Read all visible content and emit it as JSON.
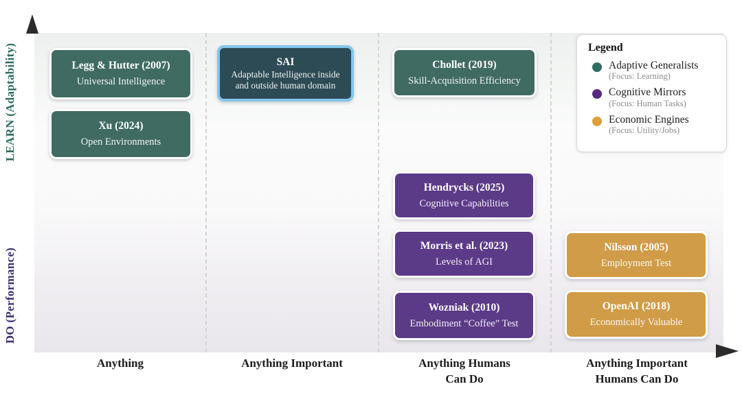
{
  "figure": {
    "type": "quadrant-diagram",
    "y_axis": {
      "top_label": "LEARN (Adaptability)",
      "top_label_color": "#2c6b5e",
      "bottom_label": "DO (Performance)",
      "bottom_label_color": "#3c2f75"
    },
    "x_axis": {
      "tick_labels": [
        "Anything",
        "Anything Important",
        "Anything Humans\nCan Do",
        "Anything Important\nHumans Can Do"
      ]
    },
    "cards": {
      "legg": {
        "title": "Legg & Hutter (2007)",
        "subtitle": "Universal Intelligence",
        "category": "Adaptive Generalists",
        "column": "Anything",
        "row": "LEARN",
        "color": "#406b62"
      },
      "xu": {
        "title": "Xu (2024)",
        "subtitle": "Open Environments",
        "category": "Adaptive Generalists",
        "column": "Anything",
        "row": "LEARN",
        "color": "#406b62"
      },
      "sai": {
        "title": "SAI",
        "subtitle": "Adaptable Intelligence inside\nand outside human domain",
        "category": "Adaptive Generalists",
        "column": "Anything Important",
        "row": "LEARN",
        "color": "#2d4b54",
        "highlighted": true,
        "highlight_border_color": "#84c6ec"
      },
      "chollet": {
        "title": "Chollet (2019)",
        "subtitle": "Skill-Acquisition Efficiency",
        "category": "Adaptive Generalists",
        "column": "Anything Humans Can Do",
        "row": "LEARN",
        "color": "#406b62"
      },
      "hendrycks": {
        "title": "Hendrycks (2025)",
        "subtitle": "Cognitive Capabilities",
        "category": "Cognitive Mirrors",
        "column": "Anything Humans Can Do",
        "row": "DO",
        "color": "#5b3a87"
      },
      "morris": {
        "title": "Morris et al. (2023)",
        "subtitle": "Levels of AGI",
        "category": "Cognitive Mirrors",
        "column": "Anything Humans Can Do",
        "row": "DO",
        "color": "#5b3a87"
      },
      "wozniak": {
        "title": "Wozniak (2010)",
        "subtitle": "Embodiment “Coffee” Test",
        "category": "Cognitive Mirrors",
        "column": "Anything Humans Can Do",
        "row": "DO",
        "color": "#5b3a87"
      },
      "nilsson": {
        "title": "Nilsson (2005)",
        "subtitle": "Employment Test",
        "category": "Economic Engines",
        "column": "Anything Important Humans Can Do",
        "row": "DO",
        "color": "#d09c47"
      },
      "openai": {
        "title": "OpenAI (2018)",
        "subtitle": "Economically Valuable",
        "category": "Economic Engines",
        "column": "Anything Important Humans Can Do",
        "row": "DO",
        "color": "#d09c47"
      }
    },
    "legend": {
      "title": "Legend",
      "items": [
        {
          "label": "Adaptive Generalists",
          "focus": "(Focus: Learning)",
          "color": "#2e6e62"
        },
        {
          "label": "Cognitive Mirrors",
          "focus": "(Focus: Human Tasks)",
          "color": "#552a80"
        },
        {
          "label": "Economic Engines",
          "focus": "(Focus: Utility/Jobs)",
          "color": "#dba03b"
        }
      ]
    }
  }
}
